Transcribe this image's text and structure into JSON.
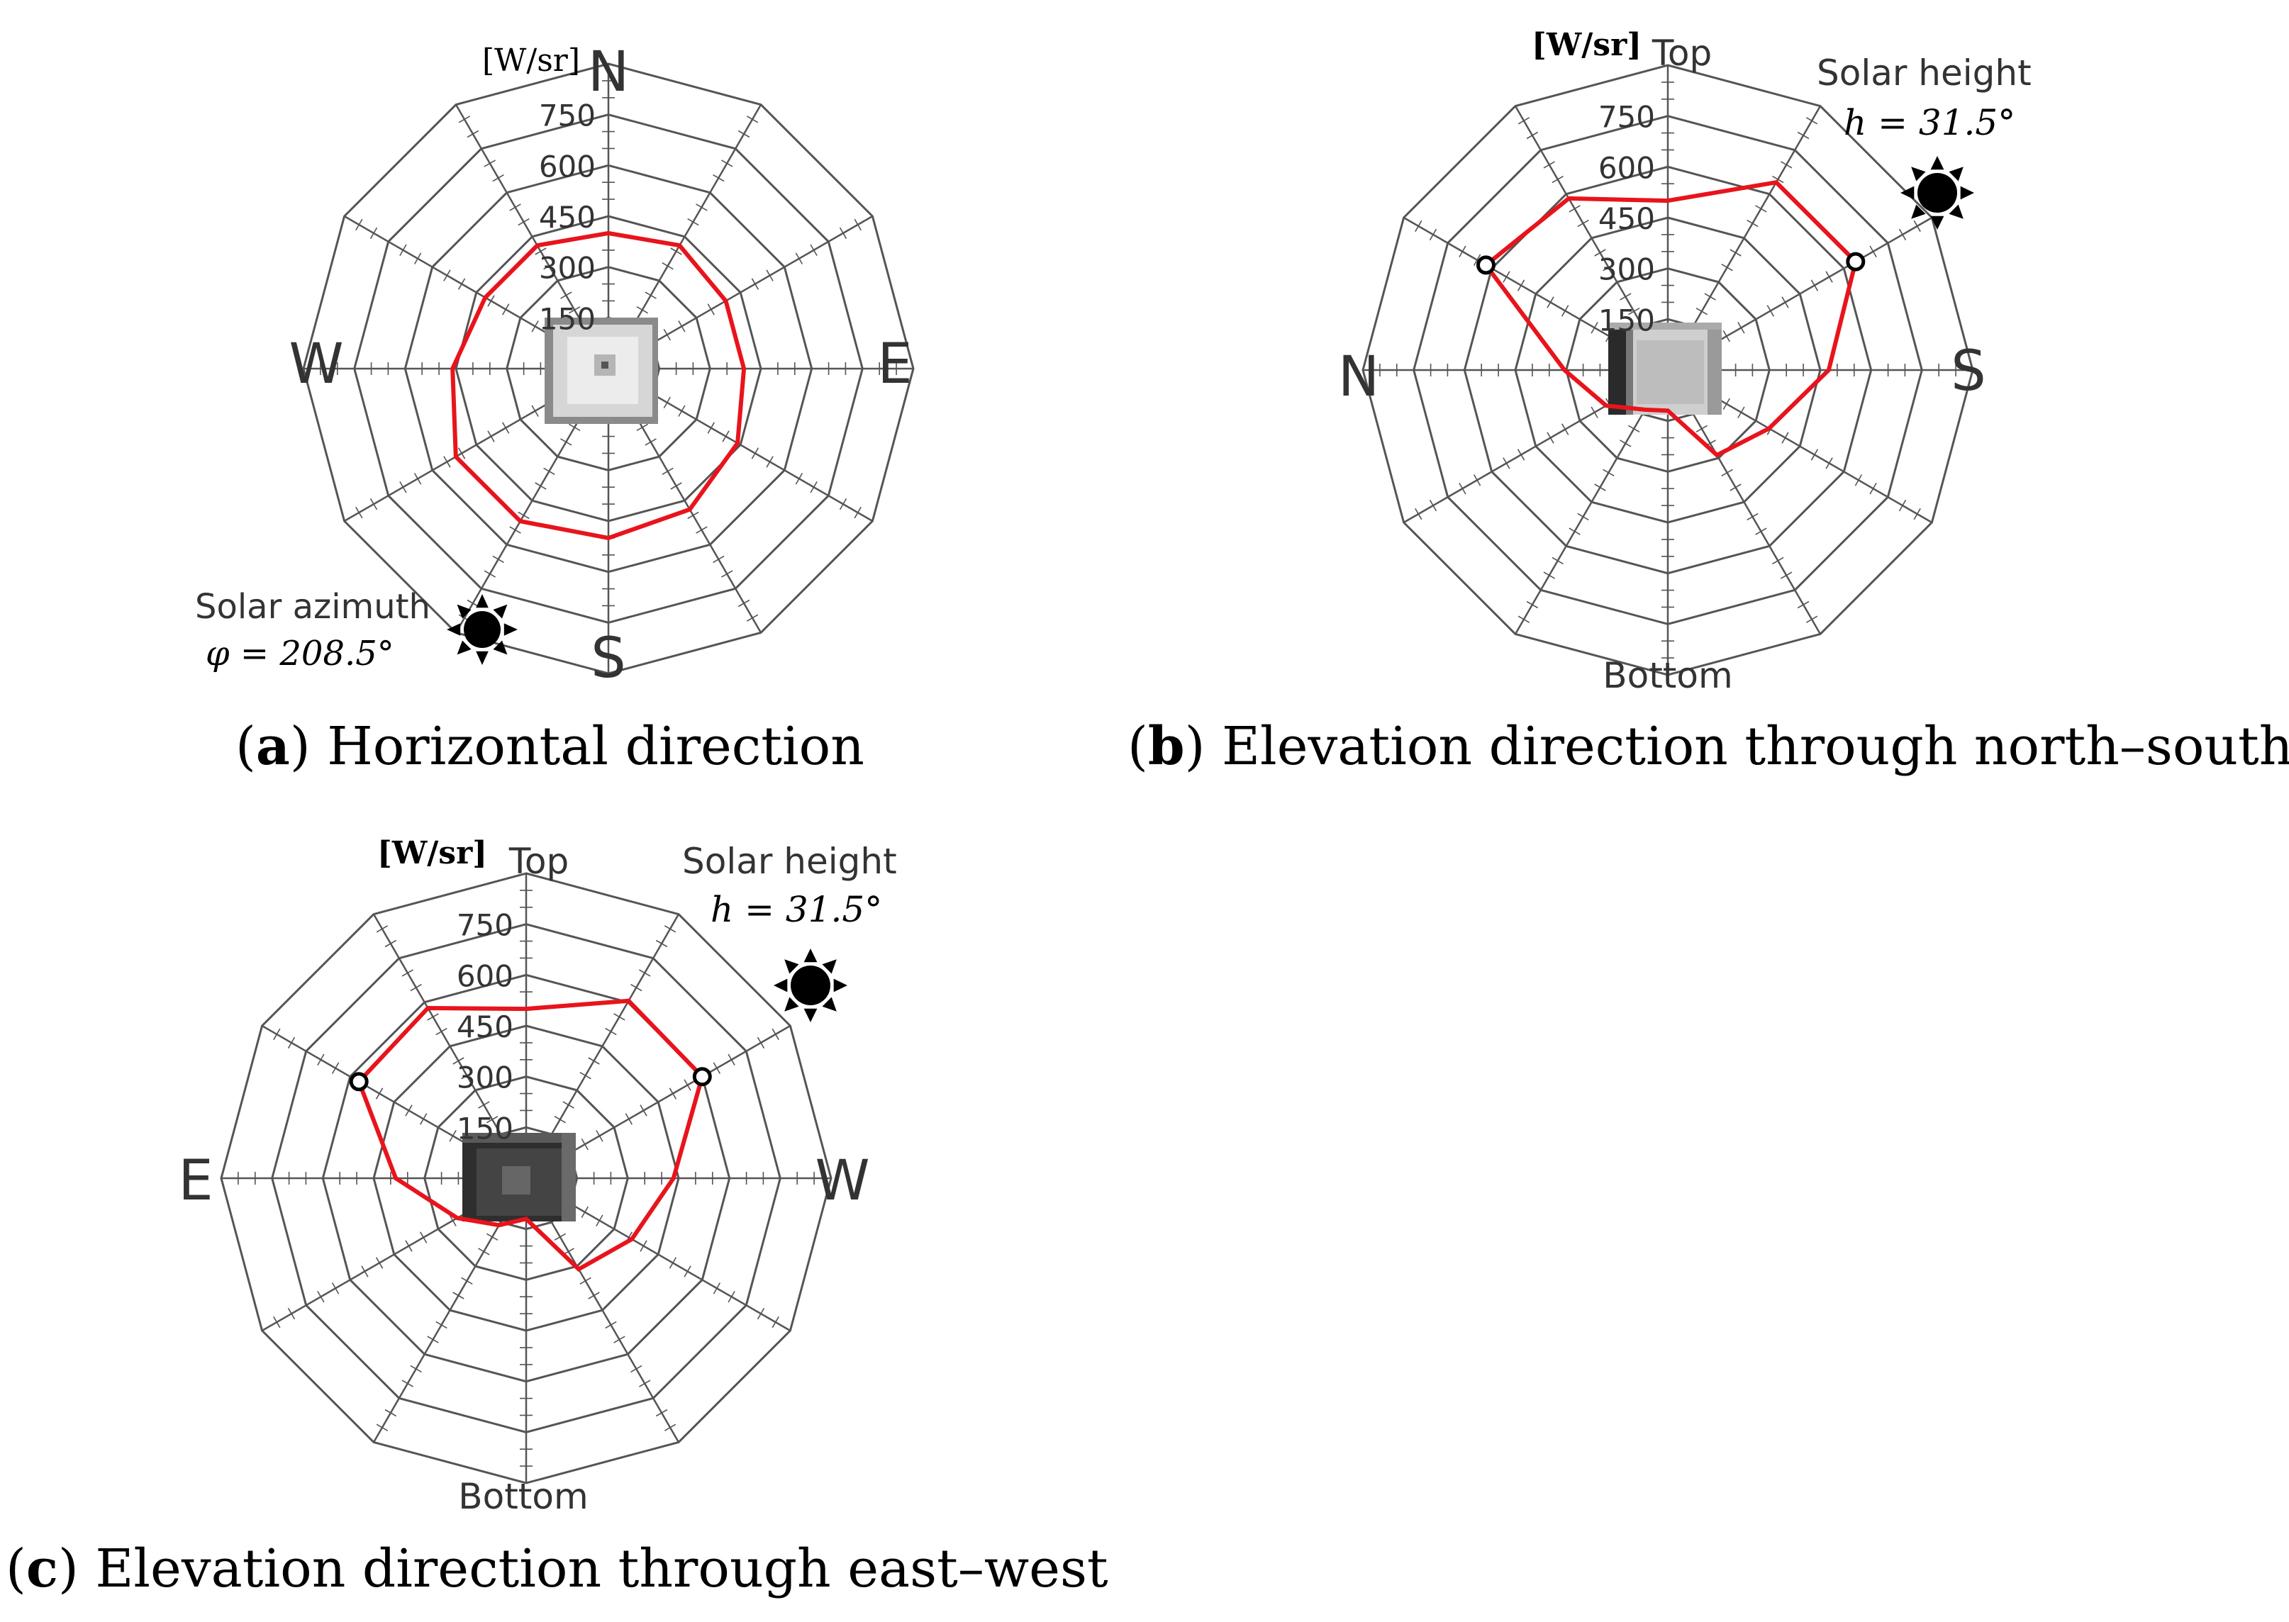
{
  "figure": {
    "colors": {
      "grid": "#555555",
      "curve": "#e8141c",
      "marker": "#000000",
      "sun": "#000000"
    },
    "radial_unit": "[W/sr]",
    "panels": [
      {
        "id": "a",
        "caption": {
          "letter": "a",
          "text": " Horizontal direction"
        },
        "directions": {
          "top": "N",
          "right": "E",
          "bottom": "S",
          "left": "W"
        },
        "sun_label": {
          "line1": "Solar azimuth",
          "line2": "φ = 208.5°"
        },
        "object_icon": "white-cube-photo"
      },
      {
        "id": "b",
        "caption": {
          "letter": "b",
          "text": " Elevation direction through north–south"
        },
        "directions": {
          "top": "Top",
          "right": "S",
          "bottom": "Bottom",
          "left": "N"
        },
        "sun_label": {
          "line1": "Solar height",
          "line2": "h = 31.5°"
        },
        "object_icon": "cube-side-photo"
      },
      {
        "id": "c",
        "caption": {
          "letter": "c",
          "text": " Elevation direction through east–west"
        },
        "directions": {
          "top": "Top",
          "right": "W",
          "bottom": "Bottom",
          "left": "E"
        },
        "sun_label": {
          "line1": "Solar height",
          "line2": "h = 31.5°"
        },
        "object_icon": "dark-cube-photo"
      }
    ]
  },
  "chart_data": [
    {
      "type": "radar",
      "panel": "a",
      "axes_count": 12,
      "rlim": [
        0,
        900
      ],
      "ring_step": 150,
      "ring_labels": [
        "150",
        "300",
        "450",
        "600",
        "750"
      ],
      "ring_label_values": [
        150,
        300,
        450,
        600,
        750
      ],
      "angles_deg_clockwise_from_top": [
        0,
        30,
        60,
        90,
        120,
        150,
        180,
        210,
        240,
        270,
        300,
        330
      ],
      "values": [
        400,
        420,
        400,
        400,
        440,
        480,
        500,
        520,
        520,
        460,
        420,
        420
      ],
      "markers": []
    },
    {
      "type": "radar",
      "panel": "b",
      "axes_count": 12,
      "rlim": [
        0,
        900
      ],
      "ring_step": 150,
      "ring_labels": [
        "150",
        "300",
        "450",
        "600",
        "750"
      ],
      "ring_label_values": [
        150,
        300,
        450,
        600,
        750
      ],
      "angles_deg_clockwise_from_top": [
        0,
        30,
        60,
        90,
        120,
        150,
        180,
        210,
        240,
        270,
        300,
        330
      ],
      "values": [
        500,
        640,
        640,
        475,
        345,
        290,
        120,
        135,
        210,
        305,
        620,
        585
      ],
      "markers": [
        2,
        10
      ]
    },
    {
      "type": "radar",
      "panel": "c",
      "axes_count": 12,
      "rlim": [
        0,
        900
      ],
      "ring_step": 150,
      "ring_labels": [
        "150",
        "300",
        "450",
        "600",
        "750"
      ],
      "ring_label_values": [
        150,
        300,
        450,
        600,
        750
      ],
      "angles_deg_clockwise_from_top": [
        0,
        30,
        60,
        90,
        120,
        150,
        180,
        210,
        240,
        270,
        300,
        330
      ],
      "values": [
        500,
        605,
        600,
        435,
        360,
        310,
        120,
        160,
        235,
        385,
        570,
        580
      ],
      "markers": [
        2,
        10
      ]
    }
  ]
}
